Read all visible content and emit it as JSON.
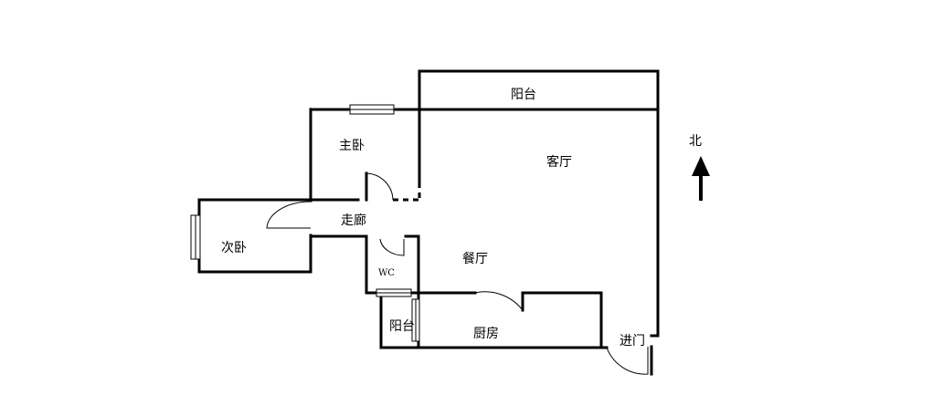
{
  "rooms": {
    "balcony_top": "阳台",
    "master_bedroom": "主卧",
    "living_room": "客厅",
    "corridor": "走廊",
    "second_bedroom": "次卧",
    "wc": "WC",
    "dining_room": "餐厅",
    "balcony_bottom": "阳台",
    "kitchen": "厨房",
    "entrance": "进门"
  },
  "compass": {
    "label": "北"
  },
  "colors": {
    "wall": "#000000",
    "background": "#ffffff"
  }
}
